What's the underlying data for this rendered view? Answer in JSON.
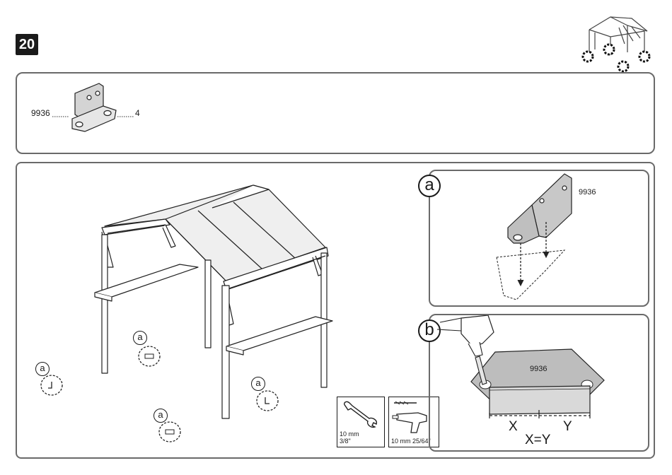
{
  "step": {
    "number": "20"
  },
  "parts": {
    "part_number": "9936",
    "quantity": "4"
  },
  "detail_a": {
    "letter": "a",
    "part_label": "9936"
  },
  "detail_b": {
    "letter": "b",
    "part_label": "9936",
    "x_label": "X",
    "y_label": "Y",
    "equation": "X=Y"
  },
  "callout_letter": "a",
  "tools": {
    "wrench": {
      "size_metric": "10 mm",
      "size_imperial": "3/8\""
    },
    "drill": {
      "label": "10 mm 25/64\""
    }
  }
}
